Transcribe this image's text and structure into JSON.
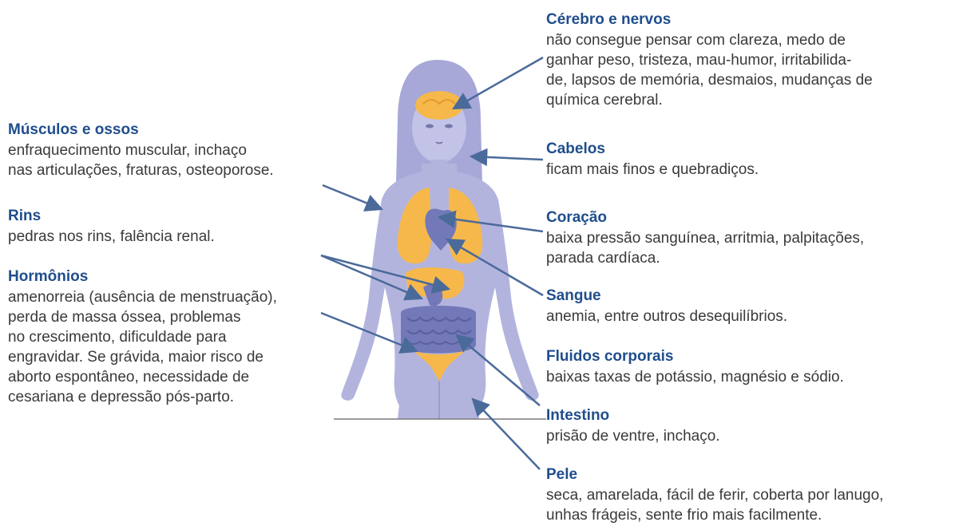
{
  "colors": {
    "title": "#1f4e8c",
    "text": "#3a3a3a",
    "body": "#b3b4de",
    "organ": "#f6b84a",
    "arrow": "#4a6a9a"
  },
  "labels": {
    "cerebro": {
      "title": "Cérebro e nervos",
      "lines": [
        "não consegue pensar com clareza, medo de",
        "ganhar peso, tristeza, mau-humor, irritabilida-",
        "de, lapsos de memória, desmaios, mudanças de",
        "química cerebral."
      ]
    },
    "musculos": {
      "title": "Músculos e ossos",
      "lines": [
        "enfraquecimento muscular, inchaço",
        "nas articulações, fraturas, osteoporose."
      ]
    },
    "cabelos": {
      "title": "Cabelos",
      "lines": [
        "ficam mais finos e quebradiços."
      ]
    },
    "rins": {
      "title": "Rins",
      "lines": [
        "pedras nos rins, falência renal."
      ]
    },
    "coracao": {
      "title": "Coração",
      "lines": [
        "baixa pressão sanguínea, arritmia, palpitações,",
        "parada cardíaca."
      ]
    },
    "hormonios": {
      "title": "Hormônios",
      "lines": [
        "amenorreia (ausência de menstruação),",
        "perda de massa óssea, problemas",
        "no crescimento, dificuldade para",
        "engravidar. Se grávida, maior risco de",
        "aborto espontâneo, necessidade de",
        "cesariana e depressão pós-parto."
      ]
    },
    "sangue": {
      "title": "Sangue",
      "lines": [
        "anemia, entre outros desequilíbrios."
      ]
    },
    "fluidos": {
      "title": "Fluidos corporais",
      "lines": [
        "baixas taxas de potássio, magnésio e sódio."
      ]
    },
    "intestino": {
      "title": "Intestino",
      "lines": [
        "prisão de ventre, inchaço."
      ]
    },
    "pele": {
      "title": "Pele",
      "lines": [
        "seca, amarelada, fácil de ferir, coberta por lanugo,",
        "unhas frágeis, sente frio mais facilmente."
      ]
    }
  }
}
